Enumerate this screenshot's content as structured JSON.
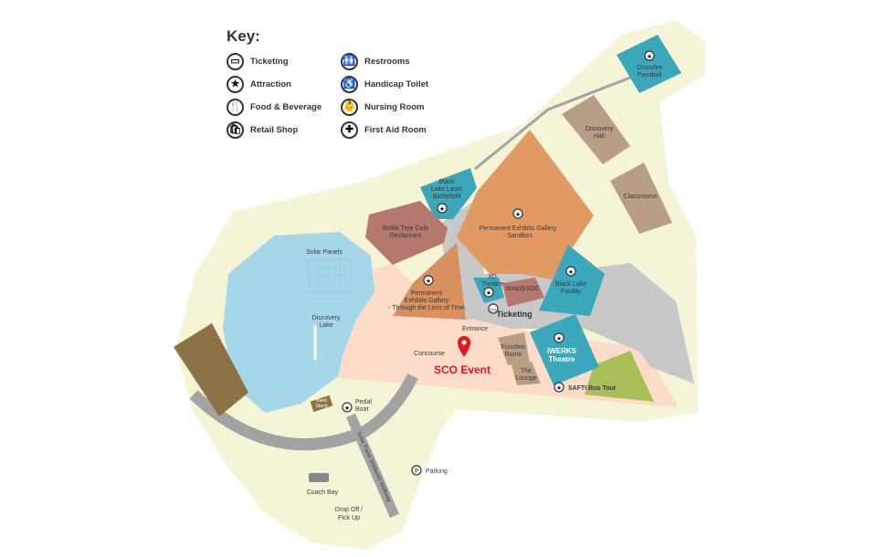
{
  "key": {
    "title": "Key:",
    "items": [
      {
        "label": "Ticketing",
        "icon": "ticket-icon",
        "glyph": "▭"
      },
      {
        "label": "Restrooms",
        "icon": "restroom-icon",
        "glyph": "🚻"
      },
      {
        "label": "Attraction",
        "icon": "star-icon",
        "glyph": "★"
      },
      {
        "label": "Handicap Toilet",
        "icon": "wheelchair-icon",
        "glyph": "♿"
      },
      {
        "label": "Food & Beverage",
        "icon": "cutlery-icon",
        "glyph": "🍴"
      },
      {
        "label": "Nursing Room",
        "icon": "nursing-icon",
        "glyph": "👶"
      },
      {
        "label": "Retail Shop",
        "icon": "shopping-bag-icon",
        "glyph": "🛍"
      },
      {
        "label": "First Aid Room",
        "icon": "first-aid-icon",
        "glyph": "✚"
      }
    ]
  },
  "places": {
    "crossfire": "Crossfire",
    "crossfire2": "Paintball",
    "discovery_hall": "Discovery",
    "discovery_hall2": "Hall",
    "classrooms": "Classrooms",
    "laser1": "Black",
    "laser2": "Lake Laser",
    "laser3": "Battlefield",
    "cafe1": "Bottle Tree Cafe",
    "cafe2": "Restaurant",
    "sandbox1": "Permanent Exhibits Gallery",
    "sandbox2": "- Sandbox",
    "lens1": "Permanent",
    "lens2": "Exhibits Gallery",
    "lens3": "- Through the Lens of Time",
    "xd1": "XD",
    "xd2": "Theatre",
    "shop": "shop@SDC",
    "blf1": "Black Lake",
    "blf2": "Facility",
    "ticketing": "Ticketing",
    "entrance": "Entrance",
    "concourse": "Concourse",
    "function1": "Function",
    "function2": "Room",
    "lounge1": "The",
    "lounge2": "Lounge",
    "iwerks1": "iWERKS",
    "iwerks2": "Theatre",
    "safti": "SAFTI Bus Tour",
    "solar": "Solar Panels",
    "lake1": "Discovery",
    "lake2": "Lake",
    "band1": "Band",
    "band2": "Stand",
    "pedal1": "Pedal",
    "pedal2": "Boat",
    "walkway": "Solar Panel Sheltered Walkway",
    "parking": "Parking",
    "coach": "Coach Bay",
    "drop1": "Drop Off /",
    "drop2": "Pick Up"
  },
  "event": {
    "label": "SCO Event",
    "color": "#e8141c"
  },
  "colors": {
    "land": "#f6f4d6",
    "lake": "#a6d7e8",
    "concourse": "#fbdcc9",
    "teal": "#3ba7bb",
    "orange": "#e29a63",
    "brown": "#b5786f",
    "tan": "#b89d87",
    "green": "#a8bf58",
    "gray": "#c5c5c5"
  }
}
